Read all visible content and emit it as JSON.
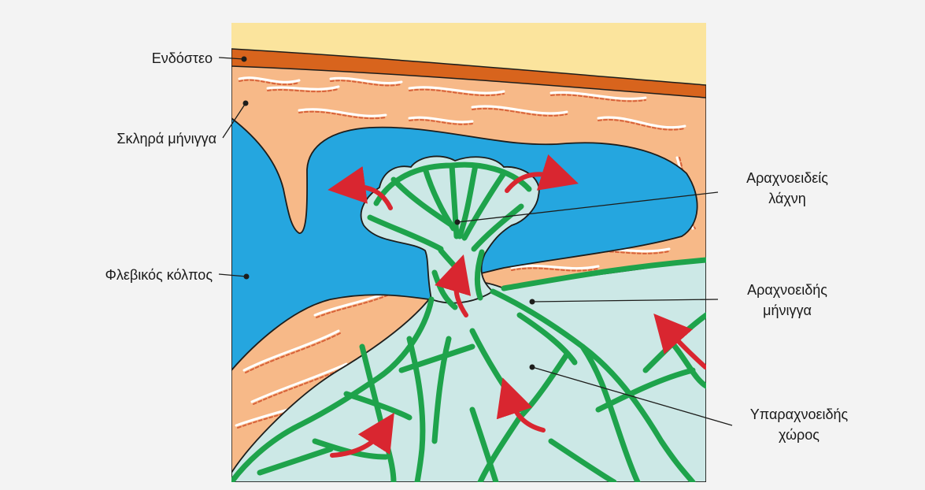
{
  "labels": {
    "endosteum": "Ενδόστεο",
    "dura_mater": "Σκληρά μήνιγγα",
    "venous_sinus": "Φλεβικός κόλπος",
    "arachnoid_villus": [
      "Αραχνοειδείς",
      "λάχνη"
    ],
    "arachnoid_mater": [
      "Αραχνοειδής",
      "μήνιγγα"
    ],
    "subarachnoid_space": [
      "Υπαραχνοειδής",
      "χώρος"
    ]
  },
  "colors": {
    "bone": "#fbe49d",
    "endosteum": "#d8641d",
    "dura": "#f7b988",
    "sinus": "#25a6df",
    "csf": "#cce8e6",
    "trabeculae": "#1ea34b",
    "flow_arrow": "#d92630",
    "outline": "#1d1d1b"
  },
  "icons": {
    "flow_arrows": "curved-arrow-icon"
  }
}
